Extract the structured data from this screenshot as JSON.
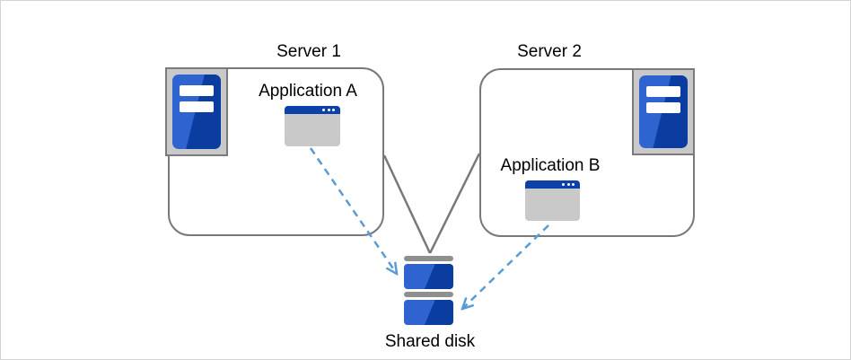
{
  "labels": {
    "server1": "Server 1",
    "server2": "Server 2",
    "app_a": "Application A",
    "app_b": "Application B",
    "shared_disk": "Shared disk"
  },
  "diagram": {
    "type": "architecture",
    "nodes": [
      {
        "id": "server1",
        "label": "Server 1",
        "icon": "server-icon",
        "shape": "rounded-group-box"
      },
      {
        "id": "server2",
        "label": "Server 2",
        "icon": "server-icon",
        "shape": "rounded-group-box"
      },
      {
        "id": "app-a",
        "label": "Application A",
        "icon": "app-window-icon",
        "contained_in": "server1"
      },
      {
        "id": "app-b",
        "label": "Application B",
        "icon": "app-window-icon",
        "contained_in": "server2"
      },
      {
        "id": "shared-disk",
        "label": "Shared disk",
        "icon": "disk-stack-icon"
      }
    ],
    "edges": [
      {
        "from": "server1",
        "to": "shared-disk",
        "style": "solid",
        "color": "#787878",
        "arrow": "none"
      },
      {
        "from": "server2",
        "to": "shared-disk",
        "style": "solid",
        "color": "#787878",
        "arrow": "none"
      },
      {
        "from": "app-a",
        "to": "shared-disk",
        "style": "dashed",
        "color": "#5b9bd5",
        "arrow": "open"
      },
      {
        "from": "app-b",
        "to": "shared-disk",
        "style": "dashed",
        "color": "#5b9bd5",
        "arrow": "open"
      }
    ]
  },
  "colors": {
    "canvas_border": "#d4d4d4",
    "box_border": "#787878",
    "connector_gray": "#787878",
    "connector_blue": "#5b9bd5",
    "icon_frame_fill": "#c9c9c9",
    "icon_frame_border": "#7a7a7a",
    "blue_light": "#2f63cf",
    "blue_dark": "#0b3da0",
    "window_body": "#c9c9c9",
    "window_titlebar": "#0b41a8",
    "disk_bar": "#8f8f8f",
    "text": "#000000"
  }
}
